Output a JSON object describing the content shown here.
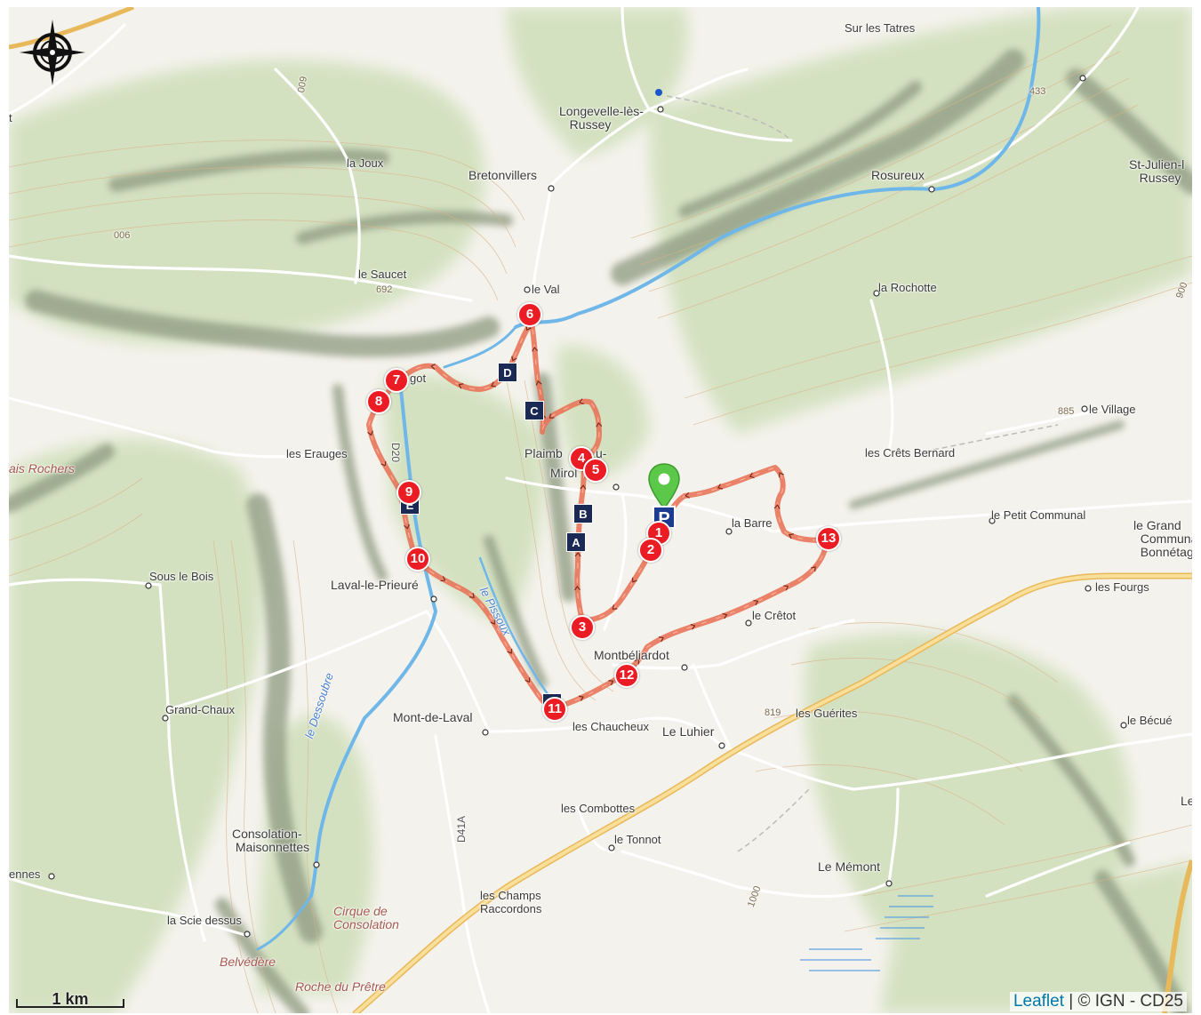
{
  "map": {
    "places": [
      {
        "name": "Sur les Tatres",
        "kind": "small"
      },
      {
        "name": "Longevelle-lès-\n   Russey",
        "kind": "town"
      },
      {
        "name": "la Joux",
        "kind": "small"
      },
      {
        "name": "Bretonvillers",
        "kind": "town"
      },
      {
        "name": "Rosureux",
        "kind": "town"
      },
      {
        "name": "St-Julien-l\n   Russey",
        "kind": "town"
      },
      {
        "name": "le Saucet",
        "kind": "small"
      },
      {
        "name": "le Val",
        "kind": "small"
      },
      {
        "name": "la Rochotte",
        "kind": "small"
      },
      {
        "name": "le Village",
        "kind": "small"
      },
      {
        "name": "les Crêts Bernard",
        "kind": "small"
      },
      {
        "name": "les Erauges",
        "kind": "small"
      },
      {
        "name": "Plaimb",
        "kind": "town"
      },
      {
        "name": "Mirol",
        "kind": "town"
      },
      {
        "name": "la Barre",
        "kind": "small"
      },
      {
        "name": "le Petit Communal",
        "kind": "small"
      },
      {
        "name": "le Grand\n  Communa\n  Bonnétag",
        "kind": "small"
      },
      {
        "name": "les Fourgs",
        "kind": "small"
      },
      {
        "name": "ais Rochers",
        "kind": "rock"
      },
      {
        "name": "Sous le Bois",
        "kind": "small"
      },
      {
        "name": "Laval-le-Prieuré",
        "kind": "town"
      },
      {
        "name": "le Crêtot",
        "kind": "small"
      },
      {
        "name": "Montbéliardot",
        "kind": "town"
      },
      {
        "name": "Grand-Chaux",
        "kind": "small"
      },
      {
        "name": "Mont-de-Laval",
        "kind": "town"
      },
      {
        "name": "les Chaucheux",
        "kind": "small"
      },
      {
        "name": "Le Luhier",
        "kind": "town"
      },
      {
        "name": "les Guérites",
        "kind": "small"
      },
      {
        "name": "le Bécué",
        "kind": "small"
      },
      {
        "name": "les Combottes",
        "kind": "small"
      },
      {
        "name": "le Tonnot",
        "kind": "small"
      },
      {
        "name": "Consolation-\n Maisonnettes",
        "kind": "town"
      },
      {
        "name": "ennes",
        "kind": "small"
      },
      {
        "name": "Le Mémont",
        "kind": "town"
      },
      {
        "name": "les Champs\nRaccordons",
        "kind": "small"
      },
      {
        "name": "la Scie dessus",
        "kind": "small"
      },
      {
        "name": "Cirque de\nConsolation",
        "kind": "rock"
      },
      {
        "name": "Belvédère",
        "kind": "rock"
      },
      {
        "name": "Roche du Prêtre",
        "kind": "rock"
      },
      {
        "name": "le Dessoubre",
        "kind": "river"
      },
      {
        "name": "le Pissoux",
        "kind": "river"
      },
      {
        "name": "D20",
        "kind": "road"
      },
      {
        "name": "D41A",
        "kind": "road"
      },
      {
        "name": "got",
        "kind": "small"
      },
      {
        "name": "Le",
        "kind": "small"
      },
      {
        "name": "t",
        "kind": "small"
      },
      {
        "name": "u-",
        "kind": "small"
      },
      {
        "name": "692",
        "kind": "alt"
      },
      {
        "name": "885",
        "kind": "alt"
      },
      {
        "name": "819",
        "kind": "alt"
      },
      {
        "name": "433",
        "kind": "alt"
      },
      {
        "name": "900",
        "kind": "alt"
      },
      {
        "name": "1000",
        "kind": "alt"
      },
      {
        "name": "009",
        "kind": "alt"
      },
      {
        "name": "006",
        "kind": "alt"
      }
    ],
    "waypoints": [
      "1",
      "2",
      "3",
      "4",
      "5",
      "6",
      "7",
      "8",
      "9",
      "10",
      "11",
      "12",
      "13"
    ],
    "pois": [
      "D",
      "C",
      "B",
      "A",
      "",
      "E"
    ],
    "parking_label": "P",
    "colors": {
      "route": "#e8765a",
      "waypoint": "#ec1c24",
      "poi": "#1a2a55",
      "start_marker": "#5cc84a",
      "parking": "#1d3b8f",
      "river": "#6fb7e8",
      "main_road": "#f1c15b",
      "relief": "#8f9c7c",
      "forest": "#c9dcb2"
    },
    "icons": {
      "compass": "compass-rose-icon",
      "start": "map-pin-icon"
    }
  },
  "controls": {
    "scale_label": "1 km",
    "attribution_link": "Leaflet",
    "attribution_text": " | © IGN - CD25"
  }
}
